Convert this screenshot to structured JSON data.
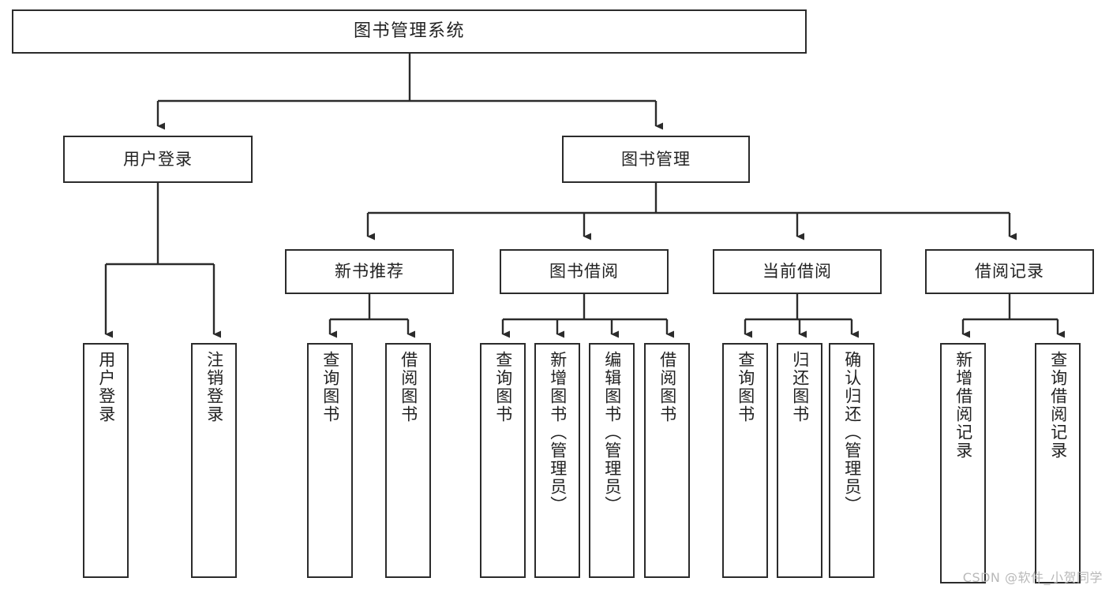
{
  "diagram": {
    "type": "tree",
    "title": "图书管理系统",
    "watermark": "CSDN @软件_小贺同学",
    "colors": {
      "background": "#ffffff",
      "node_border": "#2b2b2b",
      "node_fill": "#ffffff",
      "connector": "#2b2b2b",
      "text": "#222222",
      "watermark": "#b9b9b9"
    },
    "nodes": {
      "root": {
        "label": "图书管理系统"
      },
      "level1": [
        {
          "label": "用户登录"
        },
        {
          "label": "图书管理"
        }
      ],
      "level2": [
        {
          "label": "新书推荐"
        },
        {
          "label": "图书借阅"
        },
        {
          "label": "当前借阅"
        },
        {
          "label": "借阅记录"
        }
      ],
      "leaves": {
        "user_login": [
          {
            "label": "用户登录"
          },
          {
            "label": "注销登录"
          }
        ],
        "new_book_recommend": [
          {
            "label": "查询图书"
          },
          {
            "label": "借阅图书"
          }
        ],
        "book_borrow": [
          {
            "label": "查询图书"
          },
          {
            "label": "新增图书（管理员）"
          },
          {
            "label": "编辑图书（管理员）"
          },
          {
            "label": "借阅图书"
          }
        ],
        "current_borrow": [
          {
            "label": "查询图书"
          },
          {
            "label": "归还图书"
          },
          {
            "label": "确认归还（管理员）"
          }
        ],
        "borrow_record": [
          {
            "label": "新增借阅记录"
          },
          {
            "label": "查询借阅记录"
          }
        ]
      }
    }
  }
}
